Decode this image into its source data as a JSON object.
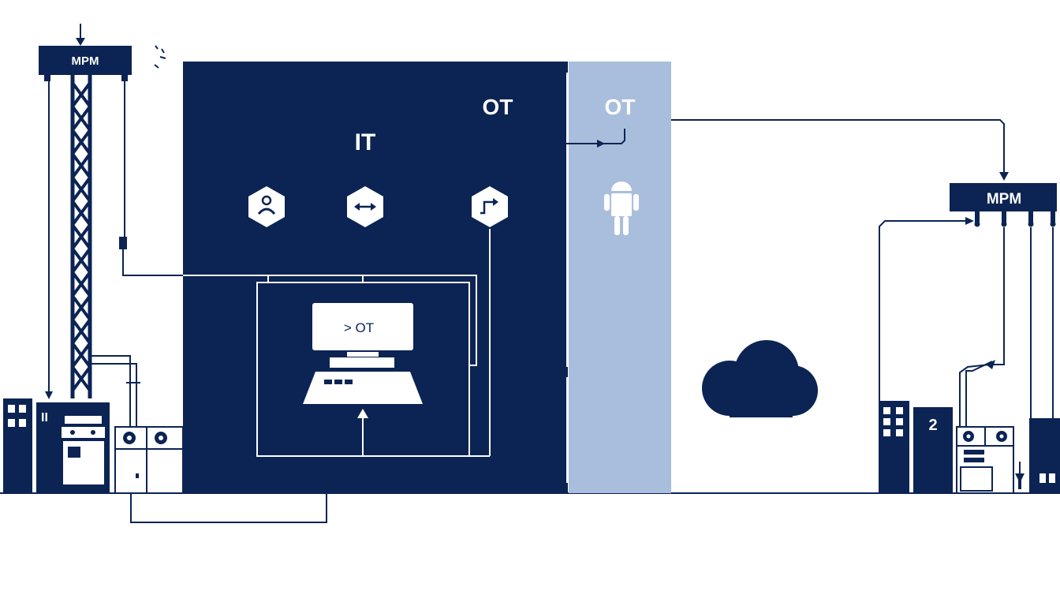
{
  "colors": {
    "navy": "#0b2454",
    "light_blue": "#a9bedc",
    "white": "#ffffff",
    "line": "#0b2454"
  },
  "left_tower": {
    "badge_label": "MPM",
    "building_label": "II"
  },
  "it_panel": {
    "it_label": "IT",
    "ot_label": "OT",
    "icons": [
      "user-icon",
      "bidirectional-arrow-icon",
      "route-arrow-icon"
    ],
    "computer_screen_text": "> OT"
  },
  "ot_panel": {
    "label": "OT",
    "icon": "android-robot-icon"
  },
  "cloud": {
    "icon": "cloud-icon"
  },
  "right_site": {
    "badge_label": "MPM",
    "building_number": "2"
  }
}
